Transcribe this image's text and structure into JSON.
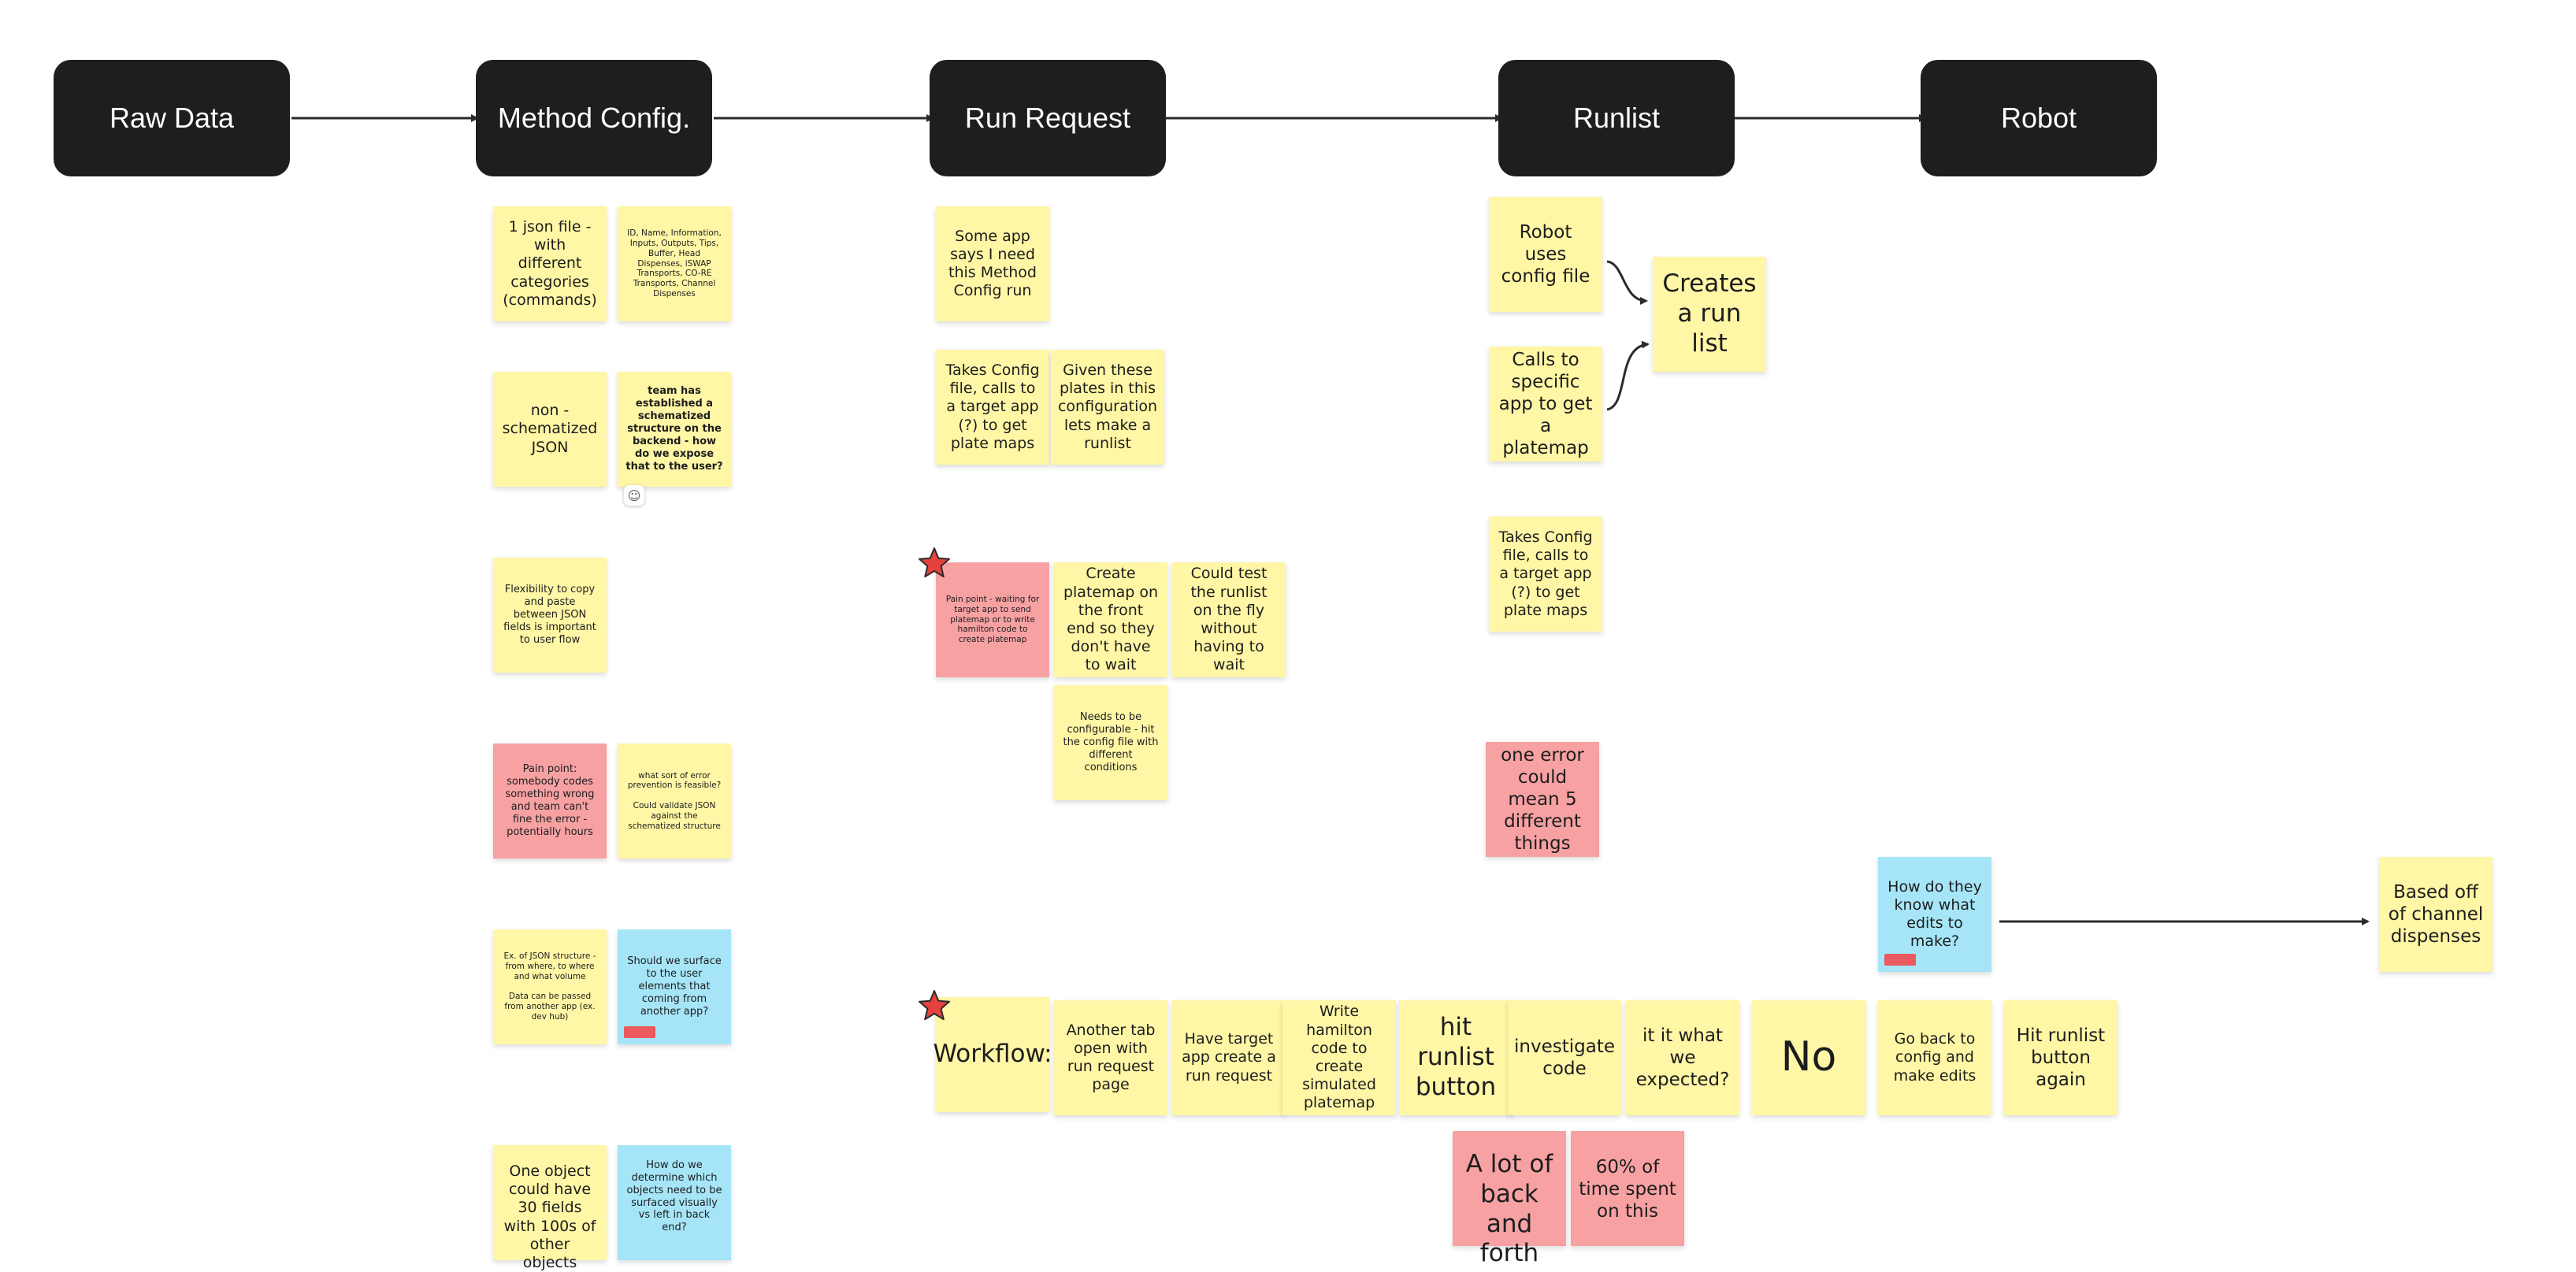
{
  "stages": {
    "raw_data": "Raw Data",
    "method_config": "Method Config.",
    "run_request": "Run Request",
    "runlist": "Runlist",
    "robot": "Robot"
  },
  "colors": {
    "stage_bg": "#1e1e1e",
    "sticky_yellow": "#fff6a6",
    "sticky_pink": "#f7a1a3",
    "sticky_blue": "#a6e5f8",
    "star_red": "#e5413d",
    "tag_red": "#ea5a5e"
  },
  "method_config_notes": {
    "json_file": "1 json file - with different categories (commands)",
    "categories_list": "ID, Name, Information, Inputs, Outputs, Tips, Buffer, Head Dispenses, iSWAP Transports, CO-RE Transports, Channel Dispenses",
    "non_schematized": "non - schematized JSON",
    "team_schematized": "team has established a schematized structure on the backend - how do we expose that to the user?",
    "reaction_icon": "add-reaction-icon",
    "flexibility": "Flexibility to copy and paste between JSON fields is important to user flow",
    "pain_point_codes": "Pain point: somebody codes something wrong and team can't fine the error - potentially hours",
    "error_prevention": "what sort of error prevention is feasible?\n\nCould validate JSON against the schematized structure",
    "json_example": "Ex. of JSON structure - from where, to where and what volume\n\nData can be passed from another app (ex. dev hub)",
    "surface_elements": "Should we surface to the user elements that coming from another app?",
    "one_object": "One object could have 30 fields with 100s of other objects",
    "how_determine": "How do we determine which objects need to be surfaced visually vs left in back end?"
  },
  "run_request_notes": {
    "some_app": "Some app says I need this Method Config run",
    "takes_config": "Takes Config file, calls to a target app (?) to get plate maps",
    "given_plates": "Given these plates in this configuration lets make a runlist",
    "pain_point_waiting": "Pain point - waiting for target app to send platemap or to write hamilton code to create platemap",
    "create_platemap": "Create platemap on the front end so they don't have to wait",
    "could_test": "Could test the runlist on the fly without having to wait",
    "needs_configurable": "Needs to be configurable - hit the config file with different conditions"
  },
  "runlist_notes": {
    "robot_uses": "Robot uses config file",
    "calls_specific": "Calls to specific app to get a platemap",
    "creates_run_list": "Creates a run list",
    "takes_config": "Takes Config file, calls to a target app (?) to get plate maps",
    "one_error": "one error could mean 5 different things"
  },
  "robot_notes": {
    "how_know": "How do they know what edits to make?",
    "based_off": "Based off of channel dispenses"
  },
  "workflow": {
    "label": "Workflow:",
    "steps": [
      "Another tab open with run request page",
      "Have target app create a run request",
      "Write hamilton code to create simulated platemap",
      "hit runlist button",
      "investigate code",
      "it it what we expected?",
      "No",
      "Go back to config and make edits",
      "Hit runlist button again"
    ],
    "lot_back_forth": "A lot of back and forth",
    "time_spent": "60% of time spent on this"
  }
}
